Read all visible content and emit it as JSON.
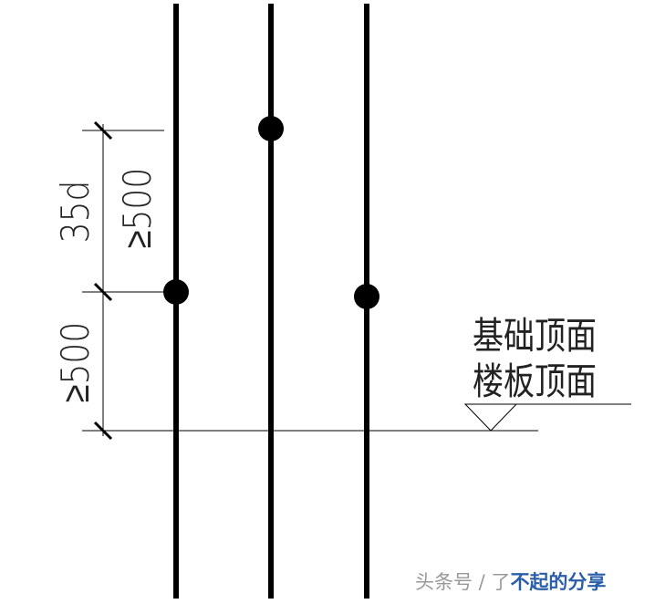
{
  "dimensions": {
    "upper_left": "35d",
    "upper_right": "≥500",
    "lower": "≥500"
  },
  "labels": {
    "line1": "基础顶面",
    "line2": "楼板顶面"
  },
  "watermark": {
    "prefix": "头条号 / 了",
    "brand": "不起的分享"
  },
  "colors": {
    "rebar": "#000000",
    "line": "#000000",
    "watermark_brand": "#2a5ea8"
  }
}
